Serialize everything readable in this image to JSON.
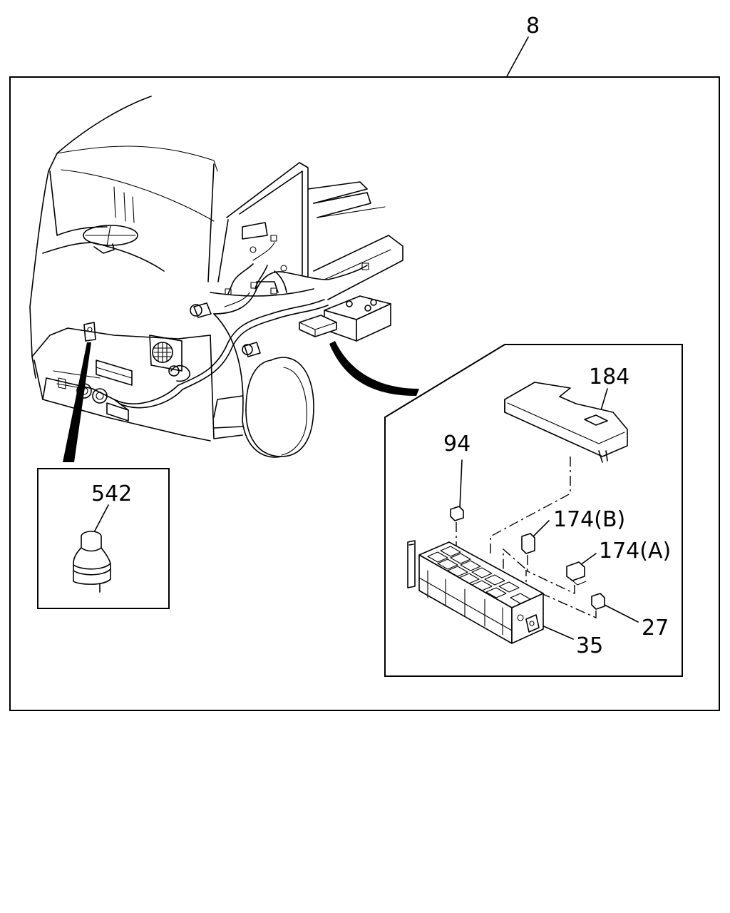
{
  "callouts": {
    "assembly": "8",
    "fuse_box_cover": "184",
    "fuse": "94",
    "relay_b": "174(B)",
    "relay_a": "174(A)",
    "small_relay": "27",
    "fuse_box": "35",
    "reservoir": "542"
  }
}
